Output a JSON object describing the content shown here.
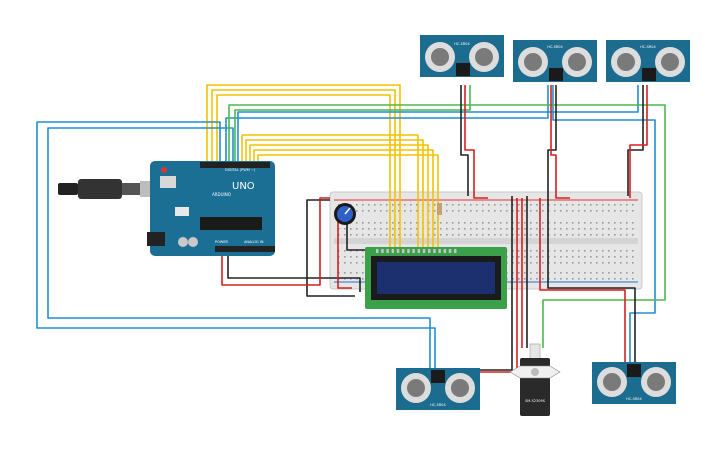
{
  "arduino": {
    "brand_label": "UNO",
    "sub_label": "ARDUINO",
    "digital_label": "DIGITAL (PWM ~)",
    "power_label": "POWER",
    "analog_label": "ANALOG IN"
  },
  "servo": {
    "label": "SM-S2309S"
  },
  "sensors": [
    {
      "label": "HC-SR04"
    },
    {
      "label": "HC-SR04"
    },
    {
      "label": "HC-SR04"
    },
    {
      "label": "HC-SR04"
    },
    {
      "label": "HC-SR04"
    }
  ],
  "colors": {
    "arduino_board": "#1b6f95",
    "breadboard": "#e6e6e6",
    "lcd_pcb": "#3aa14a",
    "lcd_screen": "#1c2f6e",
    "sensor_pcb": "#1c6c8f",
    "wire_yellow": "#f2c200",
    "wire_blue": "#1f8fd1",
    "wire_green": "#4cb84c",
    "wire_black": "#222222",
    "wire_red": "#d42020"
  }
}
